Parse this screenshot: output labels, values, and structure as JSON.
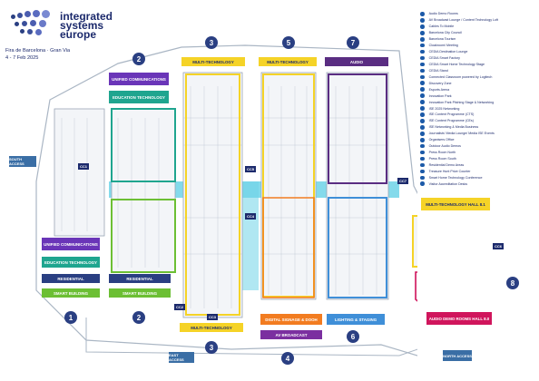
{
  "brand": {
    "name_line1": "integrated",
    "name_line2": "systems",
    "name_line3": "europe",
    "venue": "Fira de Barcelona · Gran Via",
    "dates": "4 - 7 Feb 2025"
  },
  "colors": {
    "multi_technology": "#f5d327",
    "audio": "#5a2d82",
    "unified_communications": "#6a35b8",
    "education_technology": "#1fa58f",
    "residential": "#2a3f82",
    "smart_building": "#6cbf34",
    "digital_signage": "#f27c20",
    "av_broadcast": "#7b2fa0",
    "lighting_staging": "#3f8fd8",
    "audio_demo": "#d0155c",
    "walkway": "#6fd3e8",
    "map_outline": "#aab6c4"
  },
  "halls": {
    "h1": "1",
    "h2": "2",
    "h3": "3",
    "h4": "4",
    "h5": "5",
    "h6": "6",
    "h7": "7",
    "h8": "8"
  },
  "zones": {
    "multi_tech_3": "MULTI-TECHNOLOGY",
    "multi_tech_5": "MULTI-TECHNOLOGY",
    "audio_7": "AUDIO",
    "unified_top": "UNIFIED COMMUNICATIONS",
    "education_top": "EDUCATION TECHNOLOGY",
    "unified_left": "UNIFIED COMMUNICATIONS",
    "education_left": "EDUCATION TECHNOLOGY",
    "residential_left": "RESIDENTIAL",
    "residential_right": "RESIDENTIAL",
    "smart_left": "SMART BUILDING",
    "smart_right": "SMART BUILDING",
    "multi_tech_bottom": "MULTI-TECHNOLOGY",
    "digital_signage": "DIGITAL SIGNAGE & DOOH",
    "av_broadcast": "AV BROADCAST",
    "lighting": "LIGHTING & STAGING",
    "multi_tech_81": "MULTI-TECHNOLOGY HALL 8.1",
    "audio_demo": "AUDIO DEMO ROOMS HALL 8.0"
  },
  "access": {
    "south_left": "SOUTH ACCESS",
    "east": "EAST ACCESS",
    "south_right": "NORTH ACCESS"
  },
  "codes": {
    "cc1": "CC1",
    "cc2": "CC2",
    "cc3": "CC3",
    "cc4": "CC4",
    "cc5": "CC5",
    "cc6": "CC6",
    "cc7": "CC7"
  },
  "legend": [
    "Audio Demo Rooms",
    "AV Broadcast Lounge / Content Technology Loft",
    "Cables To Mobile",
    "Barcelona City Council",
    "Barcelona Tourism",
    "Cloakroom/ Meeting",
    "CEDIA Destination Lounge",
    "CEDIA Smart Factory",
    "CEDIA Smart Home Technology Stage",
    "CEDIA Stand",
    "Connected Classroom powered by Logitech",
    "Discovery Zone",
    "Esports Arena",
    "Innovation Park",
    "Innovation Park Pitching Stage & Networking",
    "ISE 2025 Networking",
    "ISE Content Programme (CTS)",
    "ISE Content Programme (CEs)",
    "ISE Networking & Media Business",
    "Journalists' Media Lounge/ Media ISE Events",
    "Organisers Office",
    "Outdoor Audio Demos",
    "Press Room North",
    "Press Room South",
    "Residential Demo Areas",
    "Treasure Hunt Prize Counter",
    "Smart Home Technology Conference",
    "Visitor Accreditation Desks"
  ]
}
